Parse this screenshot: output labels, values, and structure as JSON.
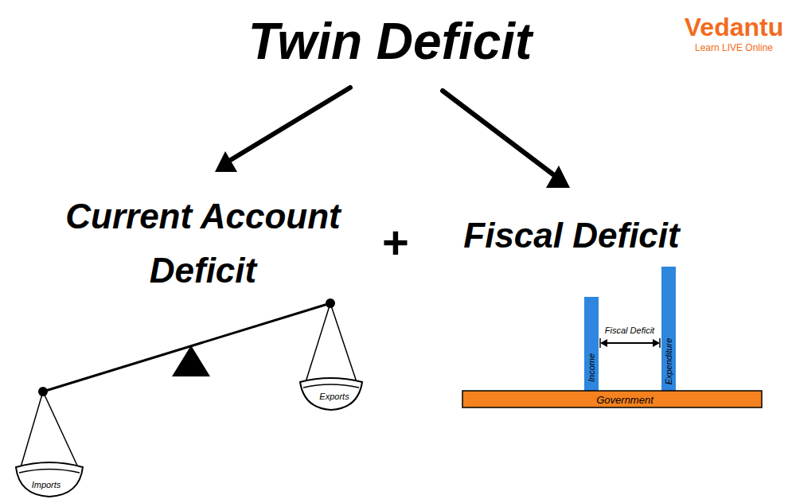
{
  "diagram": {
    "title": "Twin Deficit",
    "nodes": [
      {
        "text": [
          "Current Account Deficit"
        ]
      },
      {
        "text": [
          "Fiscal Deficit"
        ]
      }
    ],
    "labels": [
      "Vedantu",
      "Learn LIVE Online",
      "+",
      "Exports",
      "Imports",
      "Fiscal Deficit",
      "Income",
      "Expenditure",
      "Government"
    ]
  }
}
